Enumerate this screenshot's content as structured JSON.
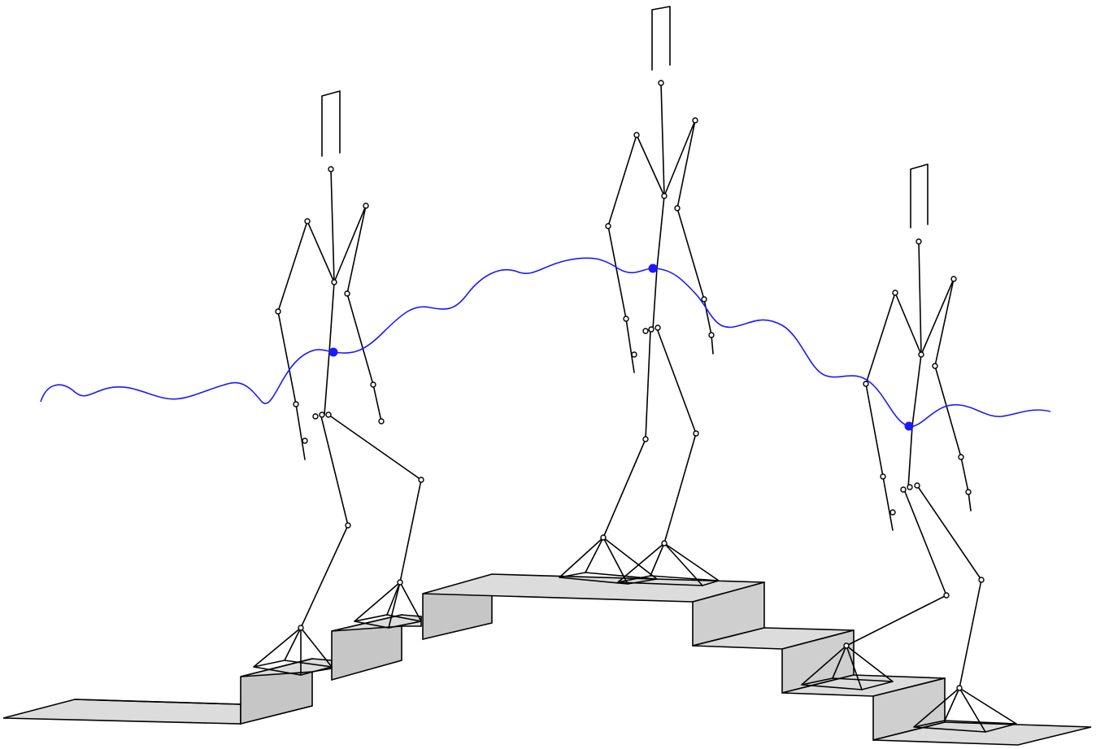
{
  "colors": {
    "com_trajectory": "#1a1aff",
    "com_marker": "#1a1aff",
    "skeleton": "#000000",
    "stairs": "#d4d4d4"
  },
  "figures": [
    "walker-1",
    "walker-2",
    "walker-3"
  ]
}
